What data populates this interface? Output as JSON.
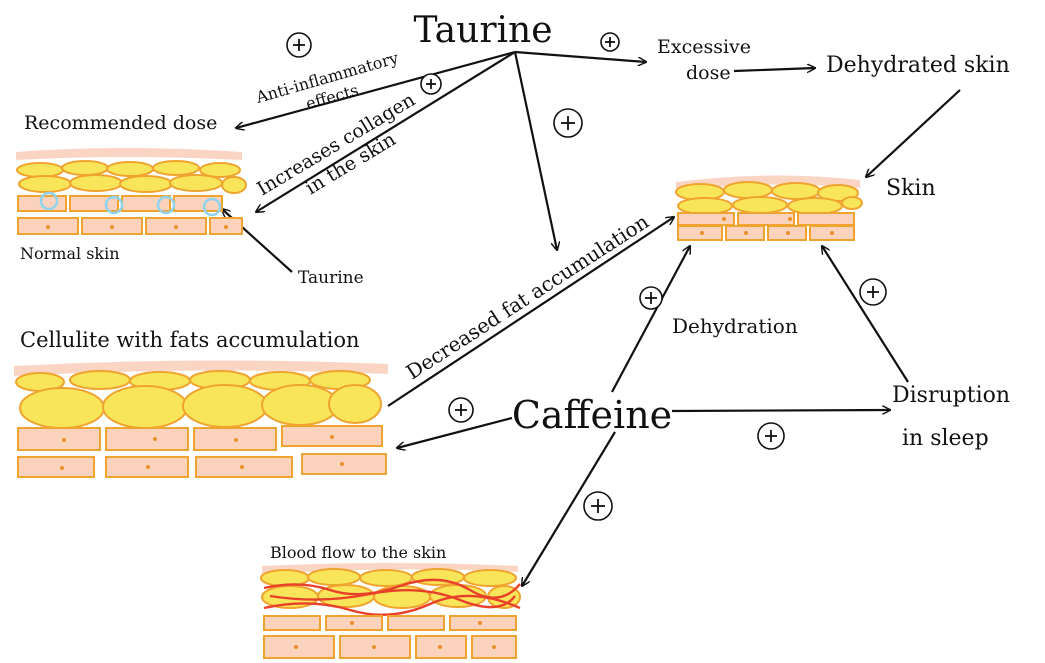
{
  "labels": {
    "taurine": "Taurine",
    "caffeine": "Caffeine",
    "recommended_dose": "Recommended dose",
    "anti_inflammatory_1": "Anti-inflammatory",
    "anti_inflammatory_2": "effects",
    "increases_collagen_1": "Increases collagen",
    "increases_collagen_2": "in the skin",
    "excessive_1": "Excessive",
    "excessive_2": "dose",
    "dehydrated_skin": "Dehydrated skin",
    "skin": "Skin",
    "normal_skin": "Normal skin",
    "taurine_pointer": "Taurine",
    "cellulite": "Cellulite with fats accumulation",
    "decreased_fat": "Decreased fat accumulation",
    "dehydration": "Dehydration",
    "disruption_1": "Disruption",
    "disruption_2": "in sleep",
    "blood_flow": "Blood flow to the skin"
  },
  "plus_symbol": "+",
  "colors": {
    "fat": "#f9e55a",
    "fat_outline": "#f0a430",
    "tissue": "#fbd3bd",
    "epidermis": "#fbd5c4",
    "taurine_marker": "#8fd3ee",
    "blood_vessel": "#e8412a"
  }
}
